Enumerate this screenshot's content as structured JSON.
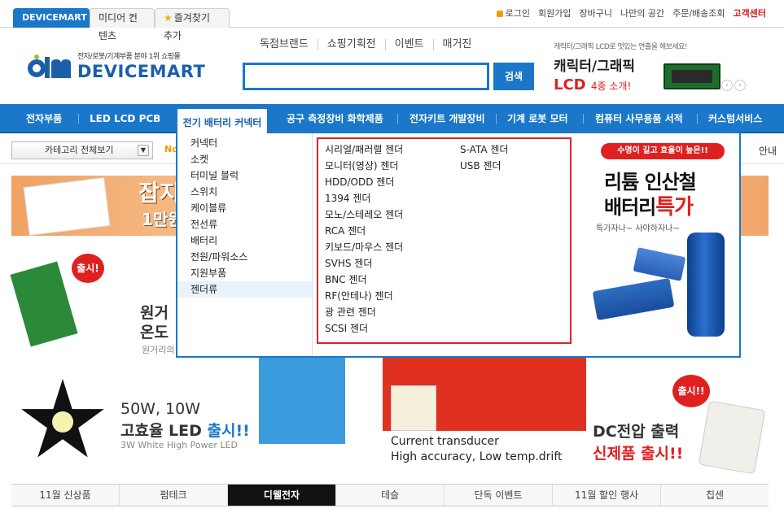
{
  "header": {
    "site_tabs": [
      "DEVICEMART",
      "미디어 컨텐츠",
      "즐겨찾기 추가"
    ],
    "top_links": [
      "로그인",
      "회원가입",
      "장바구니",
      "나만의 공간",
      "주문/배송조회",
      "고객센터"
    ]
  },
  "logo": {
    "tagline": "전자/로봇/기계부품 분야 1위 쇼핑몰",
    "text": "DEVICEMART"
  },
  "search": {
    "tabs": [
      "독점브랜드",
      "쇼핑기획전",
      "이벤트",
      "매거진"
    ],
    "placeholder": "",
    "button": "검색"
  },
  "promo": {
    "small": "캐릭터/그래픽 LCD로 멋있는 연출을 해보세요!",
    "title": "캐릭터/그래픽",
    "lcd": "LCD",
    "lcd_sub": "4종 소개!"
  },
  "nav": {
    "items": [
      "전자부품",
      "LED LCD PCB",
      "전기 배터리 커넥터",
      "공구 측정장비 화학제품",
      "전자키트 개발장비",
      "기계 로봇 모터",
      "컴퓨터 사무용품 서적",
      "커스텀서비스"
    ],
    "active": "전기 배터리 커넥터"
  },
  "subbar": {
    "category_select": "카테고리 전체보기",
    "no_label": "No",
    "guide": "안내"
  },
  "mega_menu": {
    "categories": [
      "커넥터",
      "소켓",
      "터미널 블럭",
      "스위치",
      "케이블류",
      "전선류",
      "배터리",
      "전원/파워소스",
      "지원부품",
      "젠더류"
    ],
    "active_category": "젠더류",
    "subcategories_col1": [
      "시리얼/패러렐 젠더",
      "모니터(영상) 젠더",
      "HDD/ODD 젠더",
      "1394 젠더",
      "모노/스테레오 젠더",
      "RCA 젠더",
      "키보드/마우스 젠더",
      "SVHS 젠더",
      "BNC 젠더",
      "RF(안테나) 젠더",
      "광 관련 젠더",
      "SCSI 젠더"
    ],
    "subcategories_col2": [
      "S-ATA 젠더",
      "USB 젠더"
    ],
    "banner": {
      "pill": "수명이 길고 효율이 높은!!",
      "title1": "리튬 인산철",
      "title2": "배터리",
      "title2_accent": "특가",
      "note": "특가자나~ 사야하자나~"
    }
  },
  "content": {
    "band1_title": "잡지",
    "band1_sub": "1만원",
    "sensor": {
      "badge": "출시!",
      "title1": "원거",
      "title2": "온도",
      "sub": "원거리의"
    },
    "led": {
      "title1": "50W, 10W",
      "title2": "고효율 LED",
      "title2_accent": "출시!!",
      "sub": "3W White High Power LED"
    },
    "ct": {
      "title": "Current transducer",
      "sub": "High accuracy, Low temp.drift"
    },
    "dc": {
      "badge": "출시!!",
      "title": "DC전압 출력",
      "sub": "신제품 출시!!"
    }
  },
  "bottom_tabs": [
    "11월 신상품",
    "펌테크",
    "디웰전자",
    "테슬",
    "단독 이벤트",
    "11월 할인 행사",
    "칩센"
  ],
  "bottom_active": "디웰전자",
  "colors": {
    "brand_blue": "#1b77c9",
    "accent_red": "#e02020",
    "highlight_box": "#d4262c"
  }
}
